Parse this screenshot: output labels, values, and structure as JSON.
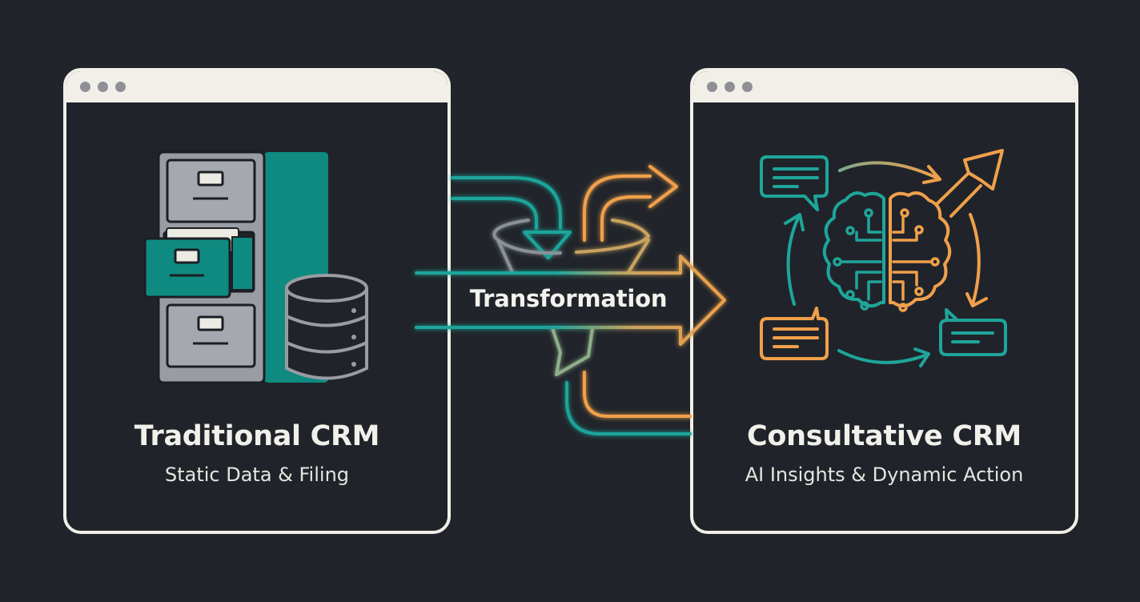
{
  "left_panel": {
    "title": "Traditional CRM",
    "subtitle": "Static Data & Filing",
    "icons": [
      "filing-cabinet-icon",
      "folder-icon",
      "database-icon"
    ]
  },
  "transition": {
    "label": "Transformation",
    "icons": [
      "funnel-icon",
      "arrow-right-icon",
      "curved-arrow-icon"
    ]
  },
  "right_panel": {
    "title": "Consultative CRM",
    "subtitle": "AI Insights & Dynamic Action",
    "icons": [
      "brain-circuit-icon",
      "chat-bubble-icon",
      "trend-up-arrow-icon",
      "cycle-arrow-icon"
    ]
  },
  "colors": {
    "background": "#21252b",
    "window_frame": "#f1efe8",
    "teal": "#1fa59a",
    "orange": "#f0a04b",
    "gray": "#9a9ca4",
    "text": "#f1f0ea"
  }
}
